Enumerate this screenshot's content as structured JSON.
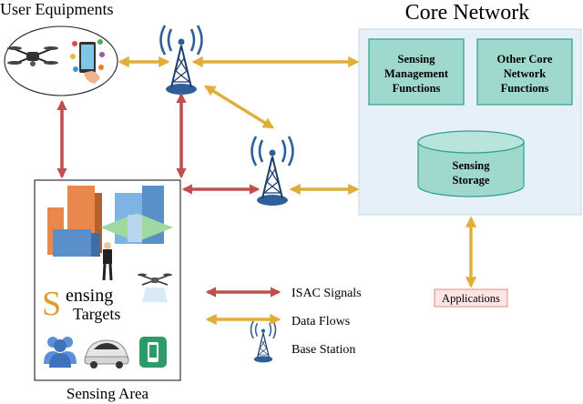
{
  "labels": {
    "user_equipments": "User Equipments",
    "core_network": "Core Network",
    "sensing_area": "Sensing Area",
    "sensing_word": "ensing",
    "sensing_initial": "S",
    "targets": "Targets",
    "applications": "Applications"
  },
  "core_boxes": {
    "sensing_mgmt": [
      "Sensing",
      "Management",
      "Functions"
    ],
    "other_core": [
      "Other Core",
      "Network",
      "Functions"
    ],
    "storage": [
      "Sensing",
      "Storage"
    ]
  },
  "legend": {
    "isac": "ISAC Signals",
    "data": "Data Flows",
    "bs": "Base Station"
  },
  "colors": {
    "isac_arrow": "#c0504d",
    "data_arrow": "#e0ae3a",
    "teal_fill": "#9fd8cc",
    "teal_stroke": "#2f9e92",
    "core_bg": "#e6f0f8",
    "tower_blue": "#2f5f9a",
    "app_fill": "#fbe5e5",
    "app_stroke": "#e08a8a"
  },
  "icons": [
    "drone-icon",
    "smartphone-icon",
    "base-station-icon",
    "building-icon",
    "person-icon",
    "people-icon",
    "car-icon"
  ]
}
